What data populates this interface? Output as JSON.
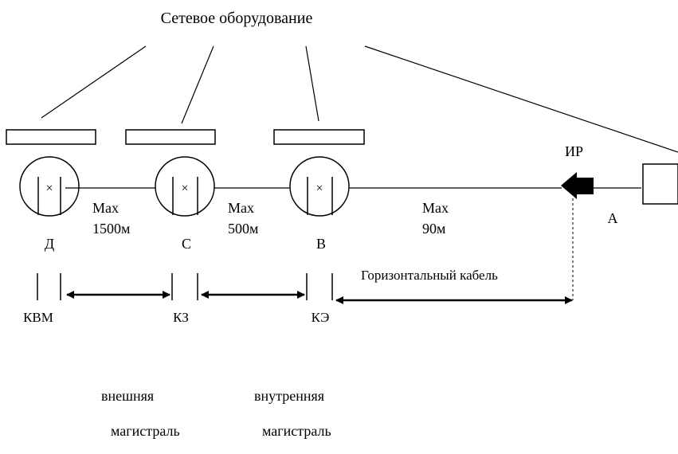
{
  "title": "Сетевое оборудование",
  "nodes": [
    {
      "id": "D",
      "label": "Д",
      "mark": "×",
      "cross_connect": "КВМ"
    },
    {
      "id": "C",
      "label": "С",
      "mark": "×",
      "cross_connect": "КЗ"
    },
    {
      "id": "B",
      "label": "В",
      "mark": "×",
      "cross_connect": "КЭ"
    }
  ],
  "distances": [
    {
      "line1": "Max",
      "line2": "1500м"
    },
    {
      "line1": "Max",
      "line2": "500м"
    },
    {
      "line1": "Max",
      "line2": "90м"
    }
  ],
  "outlet_label": "ИР",
  "terminal_label": "А",
  "horizontal_cable_label": "Горизонтальный кабель",
  "backbones": [
    {
      "line1": "внешняя",
      "line2": "магистраль"
    },
    {
      "line1": "внутренняя",
      "line2": "магистраль"
    }
  ]
}
